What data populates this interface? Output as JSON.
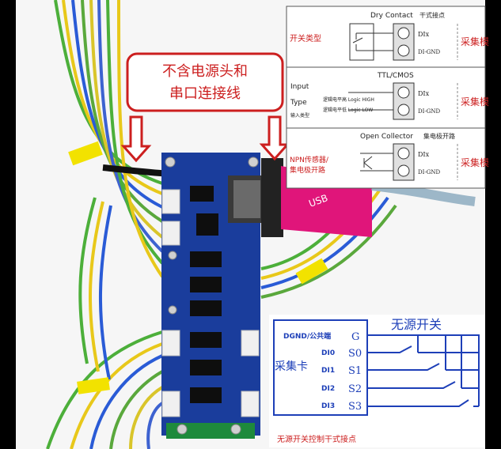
{
  "callout": {
    "line1": "不含电源头和",
    "line2": "串口连接线"
  },
  "input_type_panel": {
    "dry_contact_title": "Dry Contact",
    "dry_contact_cn": "干式接点",
    "switch_type_label": "开关类型",
    "ttl_cmos_title": "TTL/CMOS",
    "input_label": "Input",
    "type_label": "Type",
    "input_cn": "输入类型",
    "logic_high": "逻辑电平高 Logic HIGH",
    "logic_low": "逻辑电平低 Logic LOW",
    "open_collector_title": "Open Collector",
    "open_collector_cn": "集电极开路",
    "npn_label_1": "NPN传感器/",
    "npn_label_2": "集电极开路",
    "di_x": "DIx",
    "di_gnd": "DI-GND",
    "collect_module": "采集模"
  },
  "wiring_diagram": {
    "title": "无源开关",
    "card_label": "采集卡",
    "pins": [
      {
        "label": "DGND/公共端",
        "pin": "G"
      },
      {
        "label": "DI0",
        "pin": "S0"
      },
      {
        "label": "DI1",
        "pin": "S1"
      },
      {
        "label": "DI2",
        "pin": "S2"
      },
      {
        "label": "DI3",
        "pin": "S3"
      }
    ],
    "caption": "无源开关控制干式接点"
  },
  "board": {
    "usb_plug_text": "USB"
  },
  "colors": {
    "callout_red": "#cc1f1f",
    "pcb_blue": "#1a3d9c",
    "wire_green": "#4caf3a",
    "wire_yellow": "#e8c81a",
    "wire_blue": "#2a5bd6",
    "usb_magenta": "#e0157a",
    "diagram_blue": "#1d3fb8"
  }
}
